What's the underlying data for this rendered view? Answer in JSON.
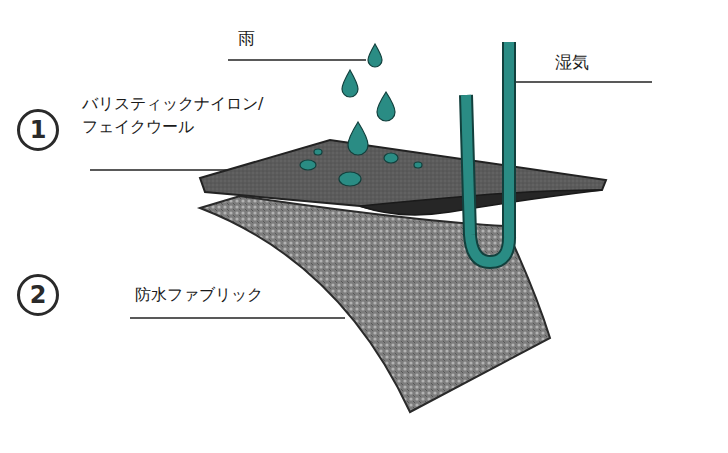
{
  "diagram": {
    "nodes": [
      {
        "text": [
          "1"
        ]
      },
      {
        "text": [
          "2"
        ]
      }
    ],
    "labels": [
      "雨",
      "湿気",
      "バリスティックナイロン/ フェイクウール",
      "防水ファブリック"
    ]
  }
}
